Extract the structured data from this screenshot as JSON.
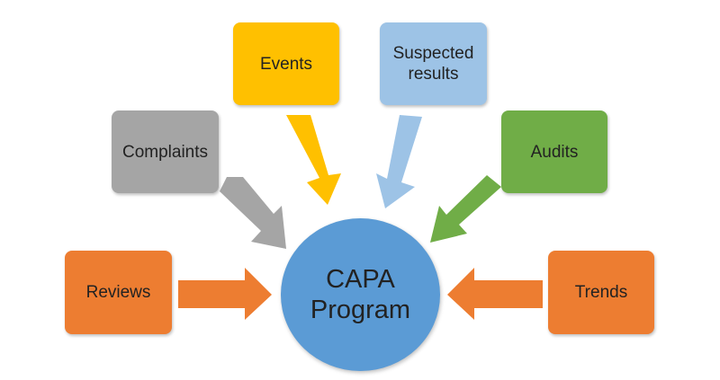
{
  "center": {
    "label": "CAPA\nProgram",
    "color": "#5b9bd5"
  },
  "inputs": [
    {
      "id": "events",
      "label": "Events",
      "color": "#ffc000"
    },
    {
      "id": "suspected_results",
      "label": "Suspected\nresults",
      "color": "#9dc3e6"
    },
    {
      "id": "complaints",
      "label": "Complaints",
      "color": "#a5a5a5"
    },
    {
      "id": "audits",
      "label": "Audits",
      "color": "#70ad47"
    },
    {
      "id": "reviews",
      "label": "Reviews",
      "color": "#ed7d31"
    },
    {
      "id": "trends",
      "label": "Trends",
      "color": "#ed7d31"
    }
  ]
}
